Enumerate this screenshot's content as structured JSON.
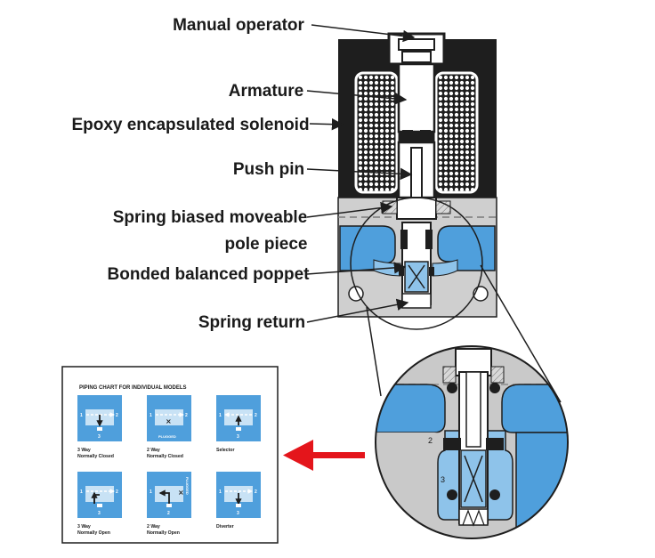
{
  "labels": {
    "manual_operator": "Manual operator",
    "armature": "Armature",
    "epoxy_solenoid": "Epoxy encapsulated solenoid",
    "push_pin": "Push pin",
    "spring_pole_line1": "Spring biased moveable",
    "spring_pole_line2": "pole piece",
    "bonded_poppet": "Bonded balanced poppet",
    "spring_return": "Spring return"
  },
  "piping_chart": {
    "title": "PIPING CHART FOR INDIVIDUAL MODELS",
    "plugged_label": "PLUGGED",
    "cells": [
      {
        "caption_line1": "3 Way",
        "caption_line2": "Normally Closed",
        "ports": [
          "1",
          "2",
          "3"
        ]
      },
      {
        "caption_line1": "2 Way",
        "caption_line2": "Normally Closed",
        "ports": [
          "1",
          "2"
        ]
      },
      {
        "caption_line1": "Selector",
        "caption_line2": "",
        "ports": [
          "1",
          "2",
          "3"
        ]
      },
      {
        "caption_line1": "3 Way",
        "caption_line2": "Normally Open",
        "ports": [
          "1",
          "2",
          "3"
        ]
      },
      {
        "caption_line1": "2 Way",
        "caption_line2": "Normally Open",
        "ports": [
          "1",
          "2"
        ]
      },
      {
        "caption_line1": "Diverter",
        "caption_line2": "",
        "ports": [
          "1",
          "2",
          "3"
        ]
      }
    ]
  },
  "detail": {
    "port_numbers": [
      "2",
      "3"
    ]
  },
  "colors": {
    "blue": "#4f9fdc",
    "light_blue": "#8ec3ea",
    "grey": "#c8c8c8",
    "dark": "#1e1e1e",
    "red_arrow": "#e4151b"
  }
}
